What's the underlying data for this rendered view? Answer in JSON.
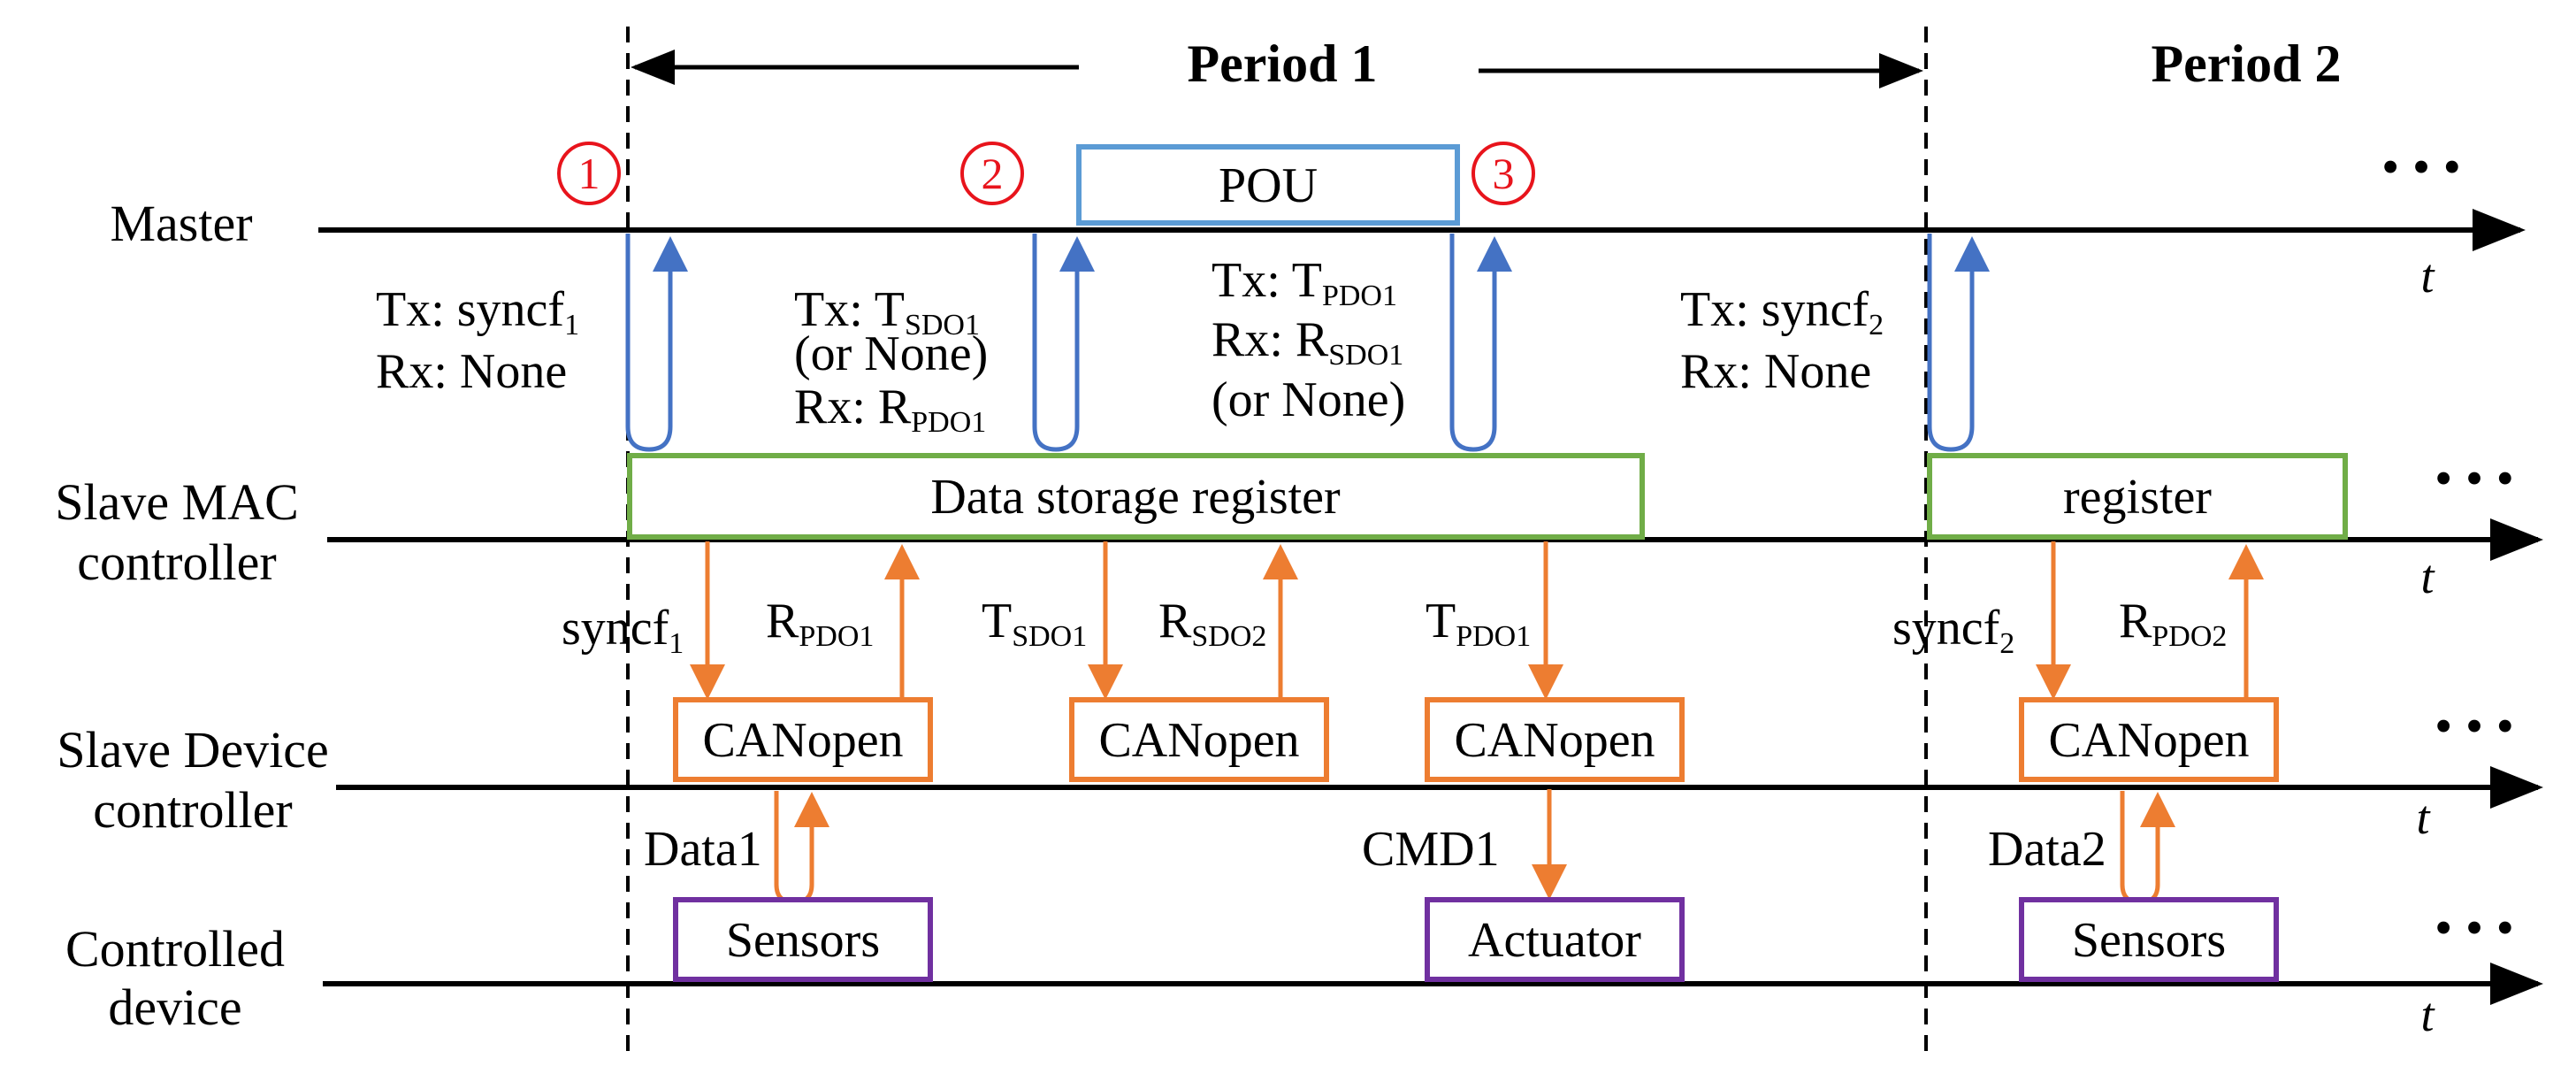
{
  "periods": {
    "p1": "Period 1",
    "p2": "Period 2"
  },
  "lanes": {
    "master": [
      "Master"
    ],
    "mac": [
      "Slave MAC",
      "controller"
    ],
    "device_ctrl": [
      "Slave Device",
      "controller"
    ],
    "controlled": [
      "Controlled",
      "device"
    ]
  },
  "time_label": "t",
  "ellipsis": "•  •  •",
  "step_numbers": [
    "1",
    "2",
    "3"
  ],
  "master_boxes": {
    "pou": "POU"
  },
  "mac_boxes": {
    "register1": "Data storage register",
    "register2": "register"
  },
  "device_boxes": [
    "CANopen",
    "CANopen",
    "CANopen",
    "CANopen"
  ],
  "controlled_boxes": [
    "Sensors",
    "Actuator",
    "Sensors"
  ],
  "tx_rx": {
    "g1": {
      "tx": "Tx: syncf",
      "tx_sub": "1",
      "rx": "Rx: None"
    },
    "g2": {
      "tx": "Tx: T",
      "tx_sub": "SDO1",
      "tx_note": "(or None)",
      "rx": "Rx: R",
      "rx_sub": "PDO1"
    },
    "g3": {
      "tx": "Tx: T",
      "tx_sub": "PDO1",
      "rx": "Rx: R",
      "rx_sub": "SDO1",
      "rx_note": "(or None)"
    },
    "g4": {
      "tx": "Tx: syncf",
      "tx_sub": "2",
      "rx": "Rx: None"
    }
  },
  "mac_signals": [
    {
      "main": "syncf",
      "sub": "1"
    },
    {
      "main": "R",
      "sub": "PDO1"
    },
    {
      "main": "T",
      "sub": "SDO1"
    },
    {
      "main": "R",
      "sub": "SDO2"
    },
    {
      "main": "T",
      "sub": "PDO1"
    },
    {
      "main": "syncf",
      "sub": "2"
    },
    {
      "main": "R",
      "sub": "PDO2"
    }
  ],
  "device_signals": [
    "Data1",
    "CMD1",
    "Data2"
  ],
  "colors": {
    "timeline": "#000000",
    "master_link": "#4472c4",
    "pou_box": "#5b9bd5",
    "register_box": "#70ad47",
    "canopen_box": "#ed7d31",
    "signal": "#ed7d31",
    "device_box": "#7030a0",
    "step_marker": "#e8141c"
  }
}
